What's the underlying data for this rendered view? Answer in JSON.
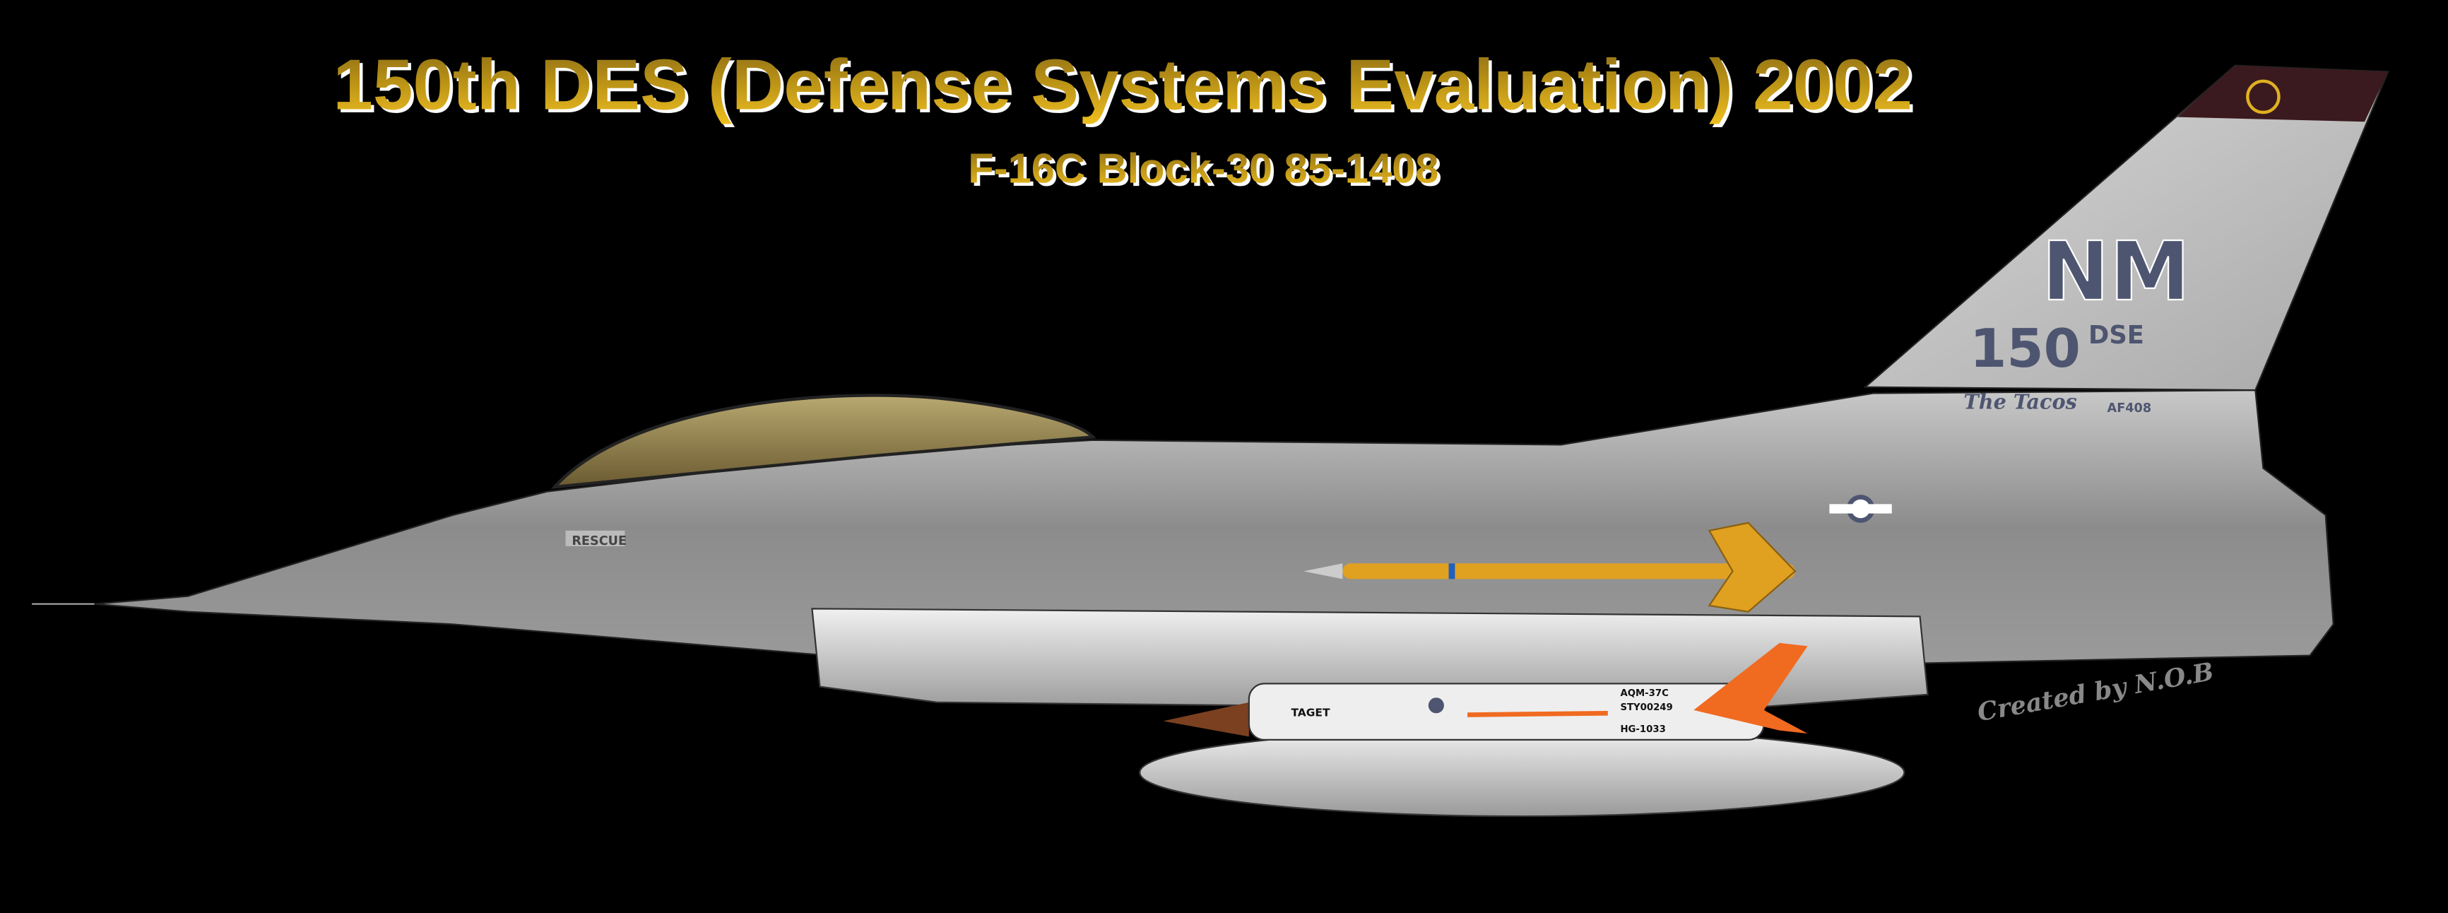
{
  "title": "150th DES (Defense Systems Evaluation) 2002",
  "subtitle": "F-16C  Block-30  85-1408",
  "aircraft": {
    "tail_code": "NM",
    "tail_unit_number": "150",
    "tail_unit_suffix": "DSE",
    "nickname": "The Tacos",
    "serial_small": "AF408",
    "rescue_label": "RESCUE"
  },
  "target_drone": {
    "label_nose": "TAGET",
    "designation": "AQM-37C",
    "serial": "STY00249",
    "code": "HG-1033"
  },
  "signature": "Created by N.O.B",
  "colors": {
    "background": "#000000",
    "title_gold": "#e0b020",
    "tail_letters": "#4e5570",
    "tail_band": "#3a1a1e",
    "drone_orange": "#f06a20",
    "missile_yellow": "#e0a020"
  }
}
